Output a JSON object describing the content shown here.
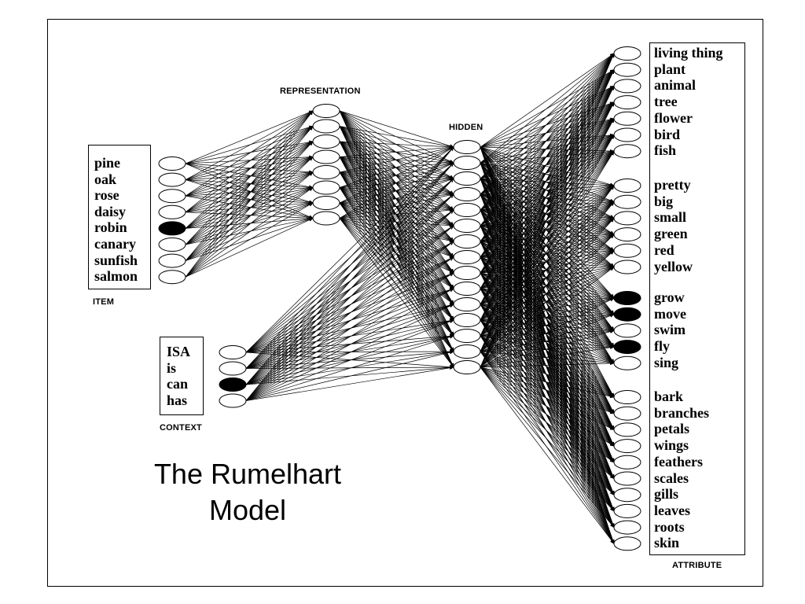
{
  "title": {
    "line1": "The Rumelhart",
    "line2": "Model"
  },
  "layers": {
    "item": {
      "label": "ITEM",
      "units": [
        "pine",
        "oak",
        "rose",
        "daisy",
        "robin",
        "canary",
        "sunfish",
        "salmon"
      ],
      "active": [
        "robin"
      ]
    },
    "context": {
      "label": "CONTEXT",
      "units": [
        "ISA",
        "is",
        "can",
        "has"
      ],
      "active": [
        "can"
      ]
    },
    "representation": {
      "label": "REPRESENTATION",
      "unit_count": 8
    },
    "hidden": {
      "label": "HIDDEN",
      "unit_count": 15
    },
    "attribute": {
      "label": "ATTRIBUTE",
      "groups": [
        [
          "living thing",
          "plant",
          "animal",
          "tree",
          "flower",
          "bird",
          "fish"
        ],
        [
          "pretty",
          "big",
          "small",
          "green",
          "red",
          "yellow"
        ],
        [
          "grow",
          "move",
          "swim",
          "fly",
          "sing"
        ],
        [
          "bark",
          "branches",
          "petals",
          "wings",
          "feathers",
          "scales",
          "gills",
          "leaves",
          "roots",
          "skin"
        ]
      ],
      "active": [
        "grow",
        "move",
        "fly"
      ]
    }
  },
  "colors": {
    "line": "#000000",
    "active_unit": "#000000",
    "inactive_unit": "#ffffff"
  }
}
